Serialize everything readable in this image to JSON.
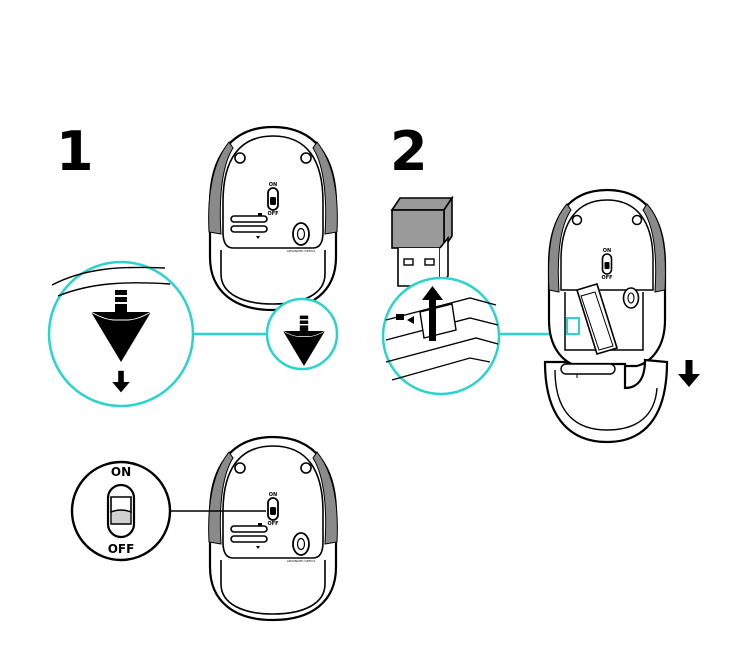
{
  "steps": [
    {
      "number": "1"
    },
    {
      "number": "2"
    }
  ],
  "switch": {
    "on_label": "ON",
    "off_label": "OFF"
  },
  "colors": {
    "callout": "#2ad3cc",
    "ink": "#000000",
    "shell_grip": "#8a8a8a",
    "receiver_grey": "#9a9a9a"
  }
}
